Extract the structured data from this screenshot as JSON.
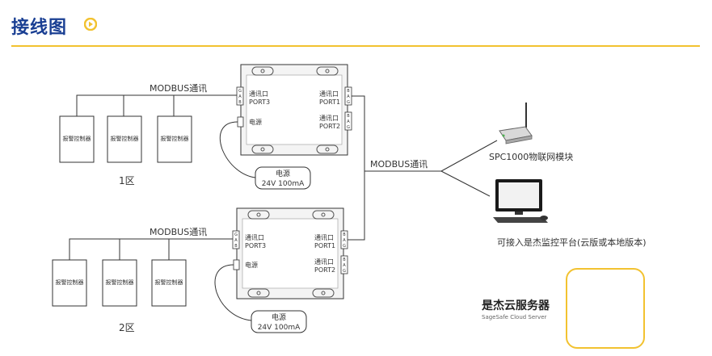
{
  "header": {
    "title": "接线图"
  },
  "zone1": {
    "bus_label": "MODBUS通讯",
    "controllers": [
      "报警控制器",
      "报警控制器",
      "报警控制器"
    ],
    "zone_label": "1区",
    "device": {
      "left_port_label": "通讯口",
      "left_port_name": "PORT3",
      "power_label": "电源",
      "right_port1_label": "通讯口",
      "right_port1_name": "PORT1",
      "right_port2_label": "通讯口",
      "right_port2_name": "PORT2",
      "terminal_gab": [
        "G",
        "A",
        "B"
      ],
      "terminal_bag": [
        "B",
        "A",
        "G"
      ]
    },
    "power_box": {
      "line1": "电源",
      "line2": "24V 100mA"
    }
  },
  "zone2": {
    "bus_label": "MODBUS通讯",
    "controllers": [
      "报警控制器",
      "报警控制器",
      "报警控制器"
    ],
    "zone_label": "2区",
    "device": {
      "left_port_label": "通讯口",
      "left_port_name": "PORT3",
      "power_label": "电源",
      "right_port1_label": "通讯口",
      "right_port1_name": "PORT1",
      "right_port2_label": "通讯口",
      "right_port2_name": "PORT2",
      "terminal_gab": [
        "G",
        "A",
        "B"
      ],
      "terminal_bag": [
        "B",
        "A",
        "G"
      ]
    },
    "power_box": {
      "line1": "电源",
      "line2": "24V 100mA"
    }
  },
  "uplink": {
    "bus_label": "MODBUS通讯"
  },
  "iot_module": {
    "label": "SPC1000物联网模块"
  },
  "platform": {
    "label": "可接入是杰监控平台(云版或本地版本)"
  },
  "server": {
    "title": "是杰云服务器",
    "subtitle": "SageSafe Cloud Server"
  },
  "colors": {
    "title": "#1a3f93",
    "accent": "#f2c230",
    "line": "#333333"
  }
}
